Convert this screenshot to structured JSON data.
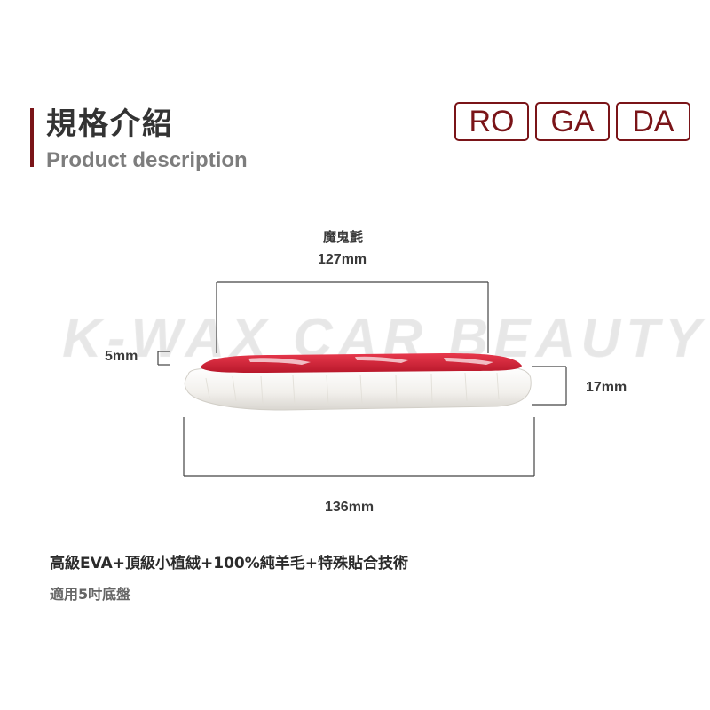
{
  "header": {
    "title_cn": "規格介紹",
    "title_en": "Product description"
  },
  "brand": {
    "parts": [
      "RO",
      "GA",
      "DA"
    ],
    "color": "#7a1418"
  },
  "watermark": "K-WAX CAR BEAUTY",
  "dimensions": {
    "velcro_label": "魔鬼氈",
    "top_width": "127mm",
    "foam_thickness": "5mm",
    "total_thickness": "17mm",
    "bottom_width": "136mm"
  },
  "description": {
    "main": "高級EVA+頂級小植絨+100%純羊毛+特殊貼合技術",
    "sub": "適用5吋底盤"
  },
  "colors": {
    "accent": "#7a1418",
    "pad_red": "#d8253a",
    "wool": "#f4f2ee"
  }
}
